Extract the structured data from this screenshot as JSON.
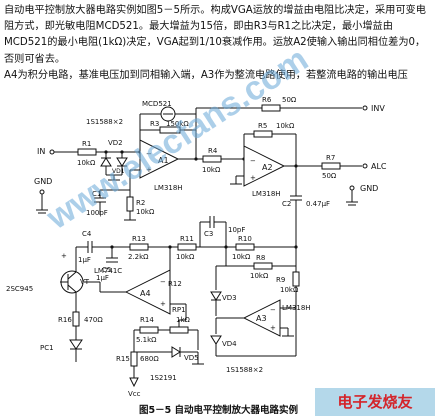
{
  "body": {
    "paragraph_1": "自动电平控制放大器电路实例如图5－5所示。构成VGA运放的增益由电阻比决定，采用可变电阻方式，即光敏电阻MCD521。最大增益为15倍，即由R3与R1之比决定，最小增益由MCD521的最小电阻(1kΩ)决定，VGA起到1/10衰减作用。运放A2使输入输出同相位差为0，否则可省去。",
    "paragraph_2": "A4为积分电路，基准电压加到同相输入端，A3作为整流电路使用，若整流电路的输出电压"
  },
  "circuit": {
    "labels": {
      "in": "IN",
      "inv": "INV",
      "alc": "ALC",
      "gnd_left": "GND",
      "gnd_right": "GND",
      "pc1": "PC1",
      "vcc": "Vcc",
      "mcd": "MCD521",
      "diode_pair_top": "1S1588×2",
      "diode_pair_bottom": "1S1588×2",
      "zener": "1S2191",
      "transistor": "2SC945",
      "opamp_a1": "A1",
      "opamp_a2": "A2",
      "opamp_a3": "A3",
      "opamp_a4": "A4",
      "part_a1": "LM318H",
      "part_a2": "LM318H",
      "part_a3": "LM318H",
      "part_a4": "LM741C",
      "r1": "R1",
      "r1_val": "10kΩ",
      "r2": "R2",
      "r2_val": "10kΩ",
      "r3": "R3",
      "r3_val": "150kΩ",
      "r4": "R4",
      "r4_val": "10kΩ",
      "r5": "R5",
      "r5_val": "10kΩ",
      "r6": "R6",
      "r6_val": "50Ω",
      "r7": "R7",
      "r7_val": "50Ω",
      "r8": "R8",
      "r8_val": "10kΩ",
      "r9": "R9",
      "r9_val": "10kΩ",
      "r10": "R10",
      "r10_val": "10kΩ",
      "r11": "R11",
      "r11_val": "10kΩ",
      "r12": "R12",
      "r13": "R13",
      "r13_val": "2.2kΩ",
      "r14": "R14",
      "r14_val": "5.1kΩ",
      "r15": "R15",
      "r15_val": "680Ω",
      "r16": "R16",
      "r16_val": "470Ω",
      "rp1": "RP1",
      "rp1_val": "1kΩ",
      "c1": "C1",
      "c1_val": "100pF",
      "c2": "C2",
      "c2_val": "0.47μF",
      "c3": "C3",
      "c3_val": "10pF",
      "c4": "C4",
      "c4_val": "1μF",
      "c5": "C5",
      "c5_val": "1μF",
      "vd1": "VD1",
      "vd2": "VD2",
      "vd3": "VD3",
      "vd4": "VD4",
      "vd5": "VD5",
      "vt": "VT",
      "plus": "+"
    }
  },
  "watermark": "www.elecfans.com",
  "logo": "电子发烧友",
  "caption": "图5－5  自动电平控制放大器电路实例"
}
